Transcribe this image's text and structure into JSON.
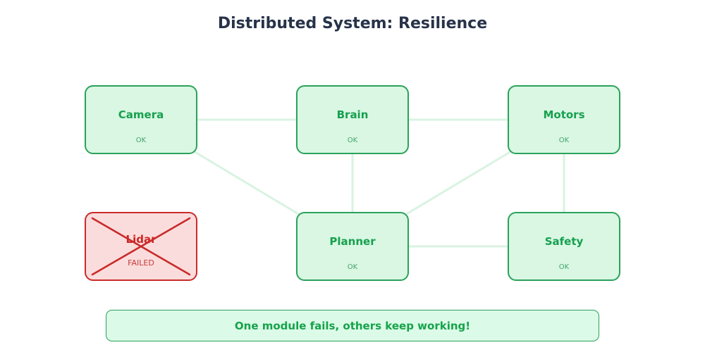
{
  "title": "Distributed System: Resilience",
  "nodes": [
    {
      "id": "camera",
      "label": "Camera",
      "status": "OK",
      "state": "ok"
    },
    {
      "id": "brain",
      "label": "Brain",
      "status": "OK",
      "state": "ok"
    },
    {
      "id": "motors",
      "label": "Motors",
      "status": "OK",
      "state": "ok"
    },
    {
      "id": "lidar",
      "label": "Lidar",
      "status": "FAILED",
      "state": "failed"
    },
    {
      "id": "planner",
      "label": "Planner",
      "status": "OK",
      "state": "ok"
    },
    {
      "id": "safety",
      "label": "Safety",
      "status": "OK",
      "state": "ok"
    }
  ],
  "connections": [
    [
      "camera",
      "brain"
    ],
    [
      "brain",
      "motors"
    ],
    [
      "camera",
      "planner"
    ],
    [
      "brain",
      "planner"
    ],
    [
      "motors",
      "planner"
    ],
    [
      "motors",
      "safety"
    ],
    [
      "planner",
      "safety"
    ]
  ],
  "banner": {
    "text": "One module fails, others keep working!"
  },
  "colors": {
    "title_text": "#273349",
    "ok_fill": "#d9f7e3",
    "ok_border": "#2aa25a",
    "ok_label": "#16a04e",
    "ok_status": "#44a36c",
    "failed_fill": "#fbdcdc",
    "failed_border": "#c92b2b",
    "failed_label": "#cd2626",
    "failed_status": "#c43b3b",
    "edge": "#d9f3e2",
    "banner_fill": "#dcfae8",
    "banner_border": "#2aa25a",
    "banner_text": "#16a34a"
  }
}
